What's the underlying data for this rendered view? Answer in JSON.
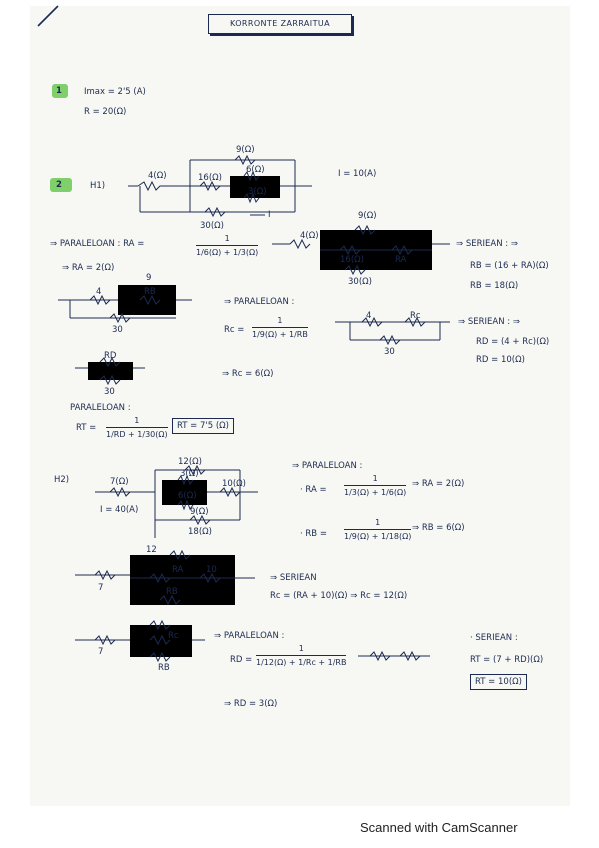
{
  "title": "KORRONTE ZARRAITUA",
  "footer": "Scanned with CamScanner",
  "p1": {
    "num": "1",
    "imax": "Imax = 2'5 (A)",
    "r": "R = 20(Ω)"
  },
  "p2": {
    "num": "2",
    "h1": {
      "label": "H1)",
      "r4": "4(Ω)",
      "r16": "16(Ω)",
      "r6": "6(Ω)",
      "r3": "3(Ω)",
      "r9": "9(Ω)",
      "r30": "30(Ω)",
      "i": "I",
      "i_val": "I = 10(A)",
      "par1": "⇒ PARALELOAN :  RA =",
      "par1_num": "1",
      "par1_den": "1/6(Ω) + 1/3(Ω)",
      "ra": "⇒ RA = 2(Ω)",
      "seri1": "⇒ SERIEAN :  ⇒",
      "rb1": "RB = (16 + RA)(Ω)",
      "rb2": "RB = 18(Ω)",
      "par2": "⇒ PARALELOAN :",
      "rc_eq": "Rc =",
      "rc_num": "1",
      "rc_den": "1/9(Ω) + 1/RB",
      "rc": "⇒ Rc = 6(Ω)",
      "seri2": "⇒ SERIEAN :  ⇒",
      "rd1": "RD = (4 + Rc)(Ω)",
      "rd2": "RD = 10(Ω)",
      "par3": "PARALELOAN :",
      "rt_eq": "RT =",
      "rt_num": "1",
      "rt_den": "1/RD + 1/30(Ω)",
      "rt": "RT = 7'5 (Ω)",
      "w_ra": "RA",
      "w_rb": "RB",
      "w_rc": "Rc",
      "w_rd": "RD",
      "w_4": "4",
      "w_9": "9",
      "w_30": "30",
      "w_16": "16(Ω)",
      "w_9o": "9(Ω)",
      "w_4o": "4(Ω)",
      "w_30o": "30(Ω)"
    },
    "h2": {
      "label": "H2)",
      "r7": "7(Ω)",
      "r12": "12(Ω)",
      "r3": "3(Ω)",
      "r6": "6(Ω)",
      "r10": "10(Ω)",
      "r9": "9(Ω)",
      "r18": "18(Ω)",
      "i_val": "I = 40(A)",
      "par": "⇒ PARALELOAN :",
      "ra_eq": "· RA =",
      "ra_num": "1",
      "ra_den": "1/3(Ω) + 1/6(Ω)",
      "ra": "⇒ RA = 2(Ω)",
      "rb_eq": "· RB =",
      "rb_num": "1",
      "rb_den": "1/9(Ω) + 1/18(Ω)",
      "rb": "⇒ RB = 6(Ω)",
      "seri": "⇒ SERIEAN",
      "rc": "Rc = (RA + 10)(Ω) ⇒ Rc = 12(Ω)",
      "par2": "⇒ PARALELOAN :",
      "rd_eq": "RD =",
      "rd_num": "1",
      "rd_den": "1/12(Ω) + 1/Rc + 1/RB",
      "rd": "⇒ RD = 3(Ω)",
      "seri2": "· SERIEAN :",
      "rt1": "RT = (7 + RD)(Ω)",
      "rt2": "RT = 10(Ω)",
      "w_7": "7",
      "w_12": "12",
      "w_ra": "RA",
      "w_10": "10",
      "w_rb": "RB",
      "w_rc": "Rc"
    }
  }
}
